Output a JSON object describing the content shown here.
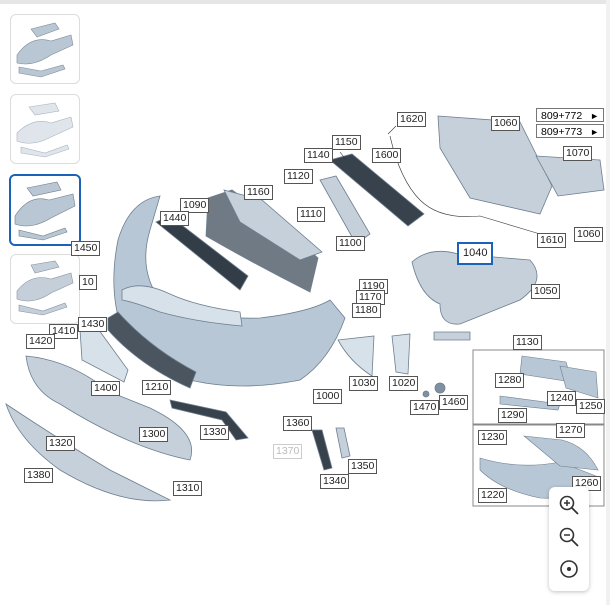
{
  "thumbnails": [
    {
      "name": "diagram-1"
    },
    {
      "name": "diagram-2"
    },
    {
      "name": "diagram-3",
      "selected": true
    },
    {
      "name": "diagram-4"
    }
  ],
  "thumb_label_1450": "1450",
  "thumb_label_10": "10",
  "parts": {
    "p1620": "1620",
    "p1060a": "1060",
    "p1150": "1150",
    "p1140": "1140",
    "p1600": "1600",
    "p1070": "1070",
    "p1120": "1120",
    "p1160": "1160",
    "p1090": "1090",
    "p1440": "1440",
    "p1110": "1110",
    "p1100": "1100",
    "p1610": "1610",
    "p1060b": "1060",
    "p1040": "1040",
    "p1050": "1050",
    "p1190": "1190",
    "p1170": "1170",
    "p1180": "1180",
    "p1430": "1430",
    "p1410": "1410",
    "p1420": "1420",
    "p1400": "1400",
    "p1210": "1210",
    "p1130": "1130",
    "p1030": "1030",
    "p1020": "1020",
    "p1280": "1280",
    "p1470": "1470",
    "p1460": "1460",
    "p1240": "1240",
    "p1250": "1250",
    "p1290": "1290",
    "p1000": "1000",
    "p1300": "1300",
    "p1330": "1330",
    "p1360": "1360",
    "p1370": "1370",
    "p1270": "1270",
    "p1230": "1230",
    "p1320": "1320",
    "p1350": "1350",
    "p1380": "1380",
    "p1340": "1340",
    "p1310": "1310",
    "p1260": "1260",
    "p1220": "1220"
  },
  "refs": {
    "ref1": "809+772",
    "ref2": "809+773",
    "arrow": "►"
  },
  "zoom": {
    "in": "zoom-in",
    "out": "zoom-out",
    "reset": "reset-view"
  }
}
